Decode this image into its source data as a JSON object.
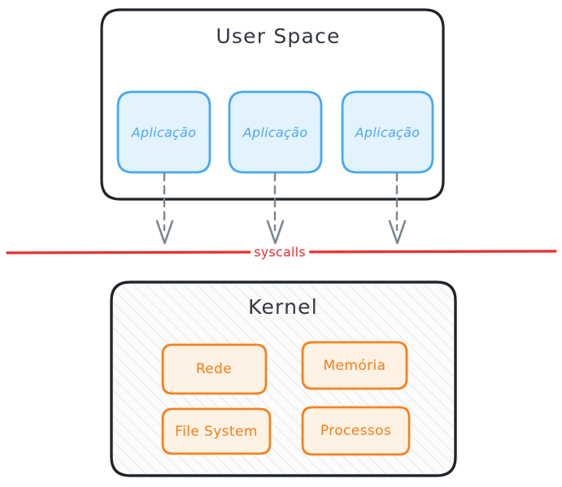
{
  "diagram": {
    "title_user_space": "User Space",
    "title_kernel": "Kernel",
    "boundary_label": "syscalls",
    "colors": {
      "user_space_border": "#1f2429",
      "kernel_border": "#1f2429",
      "app_fill": "#e3f3fd",
      "app_border": "#49a8f0",
      "app_text": "#4aa9f0",
      "module_fill": "#fdf2e4",
      "module_border": "#f5821f",
      "module_text": "#f57c18",
      "boundary_line": "#e8302f",
      "boundary_text": "#e8302f",
      "arrow": "#7c868f",
      "hatch": "#e6e6e6",
      "title_text": "#33383e",
      "background": "#ffffff"
    },
    "user_space": {
      "label": "User Space",
      "applications": [
        {
          "label": "Aplicação"
        },
        {
          "label": "Aplicação"
        },
        {
          "label": "Aplicação"
        }
      ]
    },
    "kernel": {
      "label": "Kernel",
      "modules": [
        {
          "label": "Rede"
        },
        {
          "label": "Memória"
        },
        {
          "label": "File System"
        },
        {
          "label": "Processos"
        }
      ]
    },
    "connections": [
      {
        "from": "Aplicação",
        "to": "syscalls",
        "style": "dashed-arrow"
      },
      {
        "from": "Aplicação",
        "to": "syscalls",
        "style": "dashed-arrow"
      },
      {
        "from": "Aplicação",
        "to": "syscalls",
        "style": "dashed-arrow"
      }
    ]
  }
}
